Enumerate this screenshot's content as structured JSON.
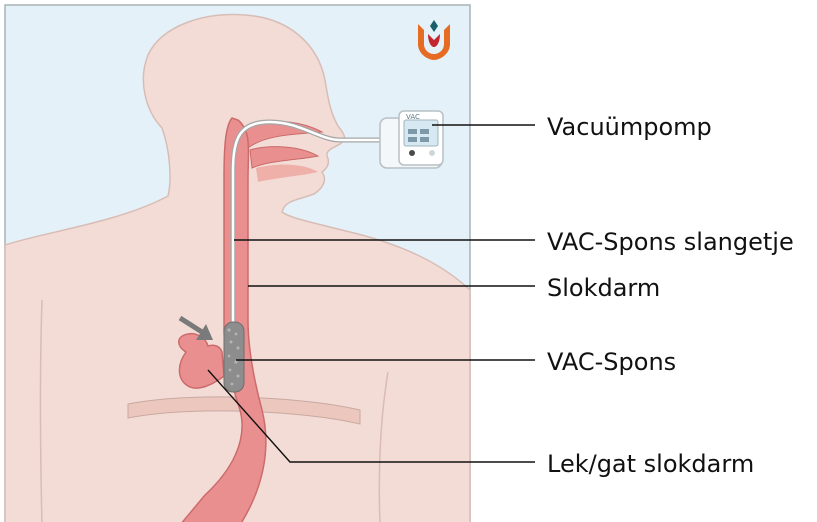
{
  "labels": {
    "pump": "Vacuümpomp",
    "tube": "VAC-Spons slangetje",
    "esophagus": "Slokdarm",
    "sponge": "VAC-Spons",
    "leak": "Lek/gat slokdarm"
  },
  "device_text": "VAC",
  "colors": {
    "background_panel": "#e4f1f8",
    "panel_border": "#a9b3b9",
    "body": "#f3dcd6",
    "body_outline": "#c9a9a1",
    "esophagus": "#e98f8f",
    "esophagus_dark": "#d36c6c",
    "sponge": "#8d8d8d",
    "leader_line": "#111111",
    "logo_orange": "#e66c24",
    "logo_red": "#c2262e",
    "logo_teal": "#1a5e6b"
  },
  "icons": {
    "logo": "tulip-logo-icon",
    "arrow": "pointer-arrow-icon",
    "pump": "vacuum-pump-device-icon"
  }
}
